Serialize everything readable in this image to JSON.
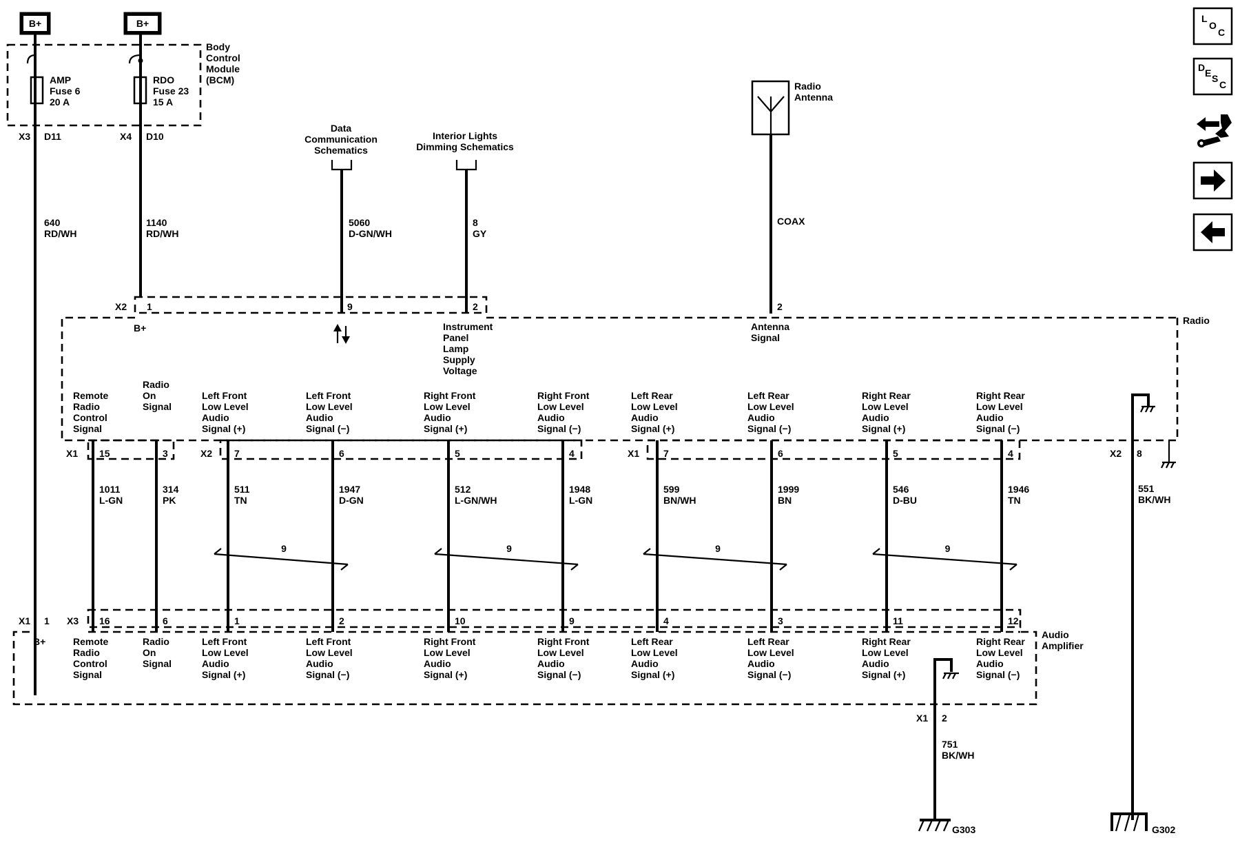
{
  "supply": {
    "badge_left": "B+",
    "badge_right": "B+"
  },
  "bcm": {
    "title_lines": [
      "Body",
      "Control",
      "Module",
      "(BCM)"
    ],
    "fuse_amp": [
      "AMP",
      "Fuse 6",
      "20 A"
    ],
    "fuse_rdo": [
      "RDO",
      "Fuse 23",
      "15 A"
    ],
    "conn_x3": "X3",
    "pin_d11": "D11",
    "conn_x4": "X4",
    "pin_d10": "D10"
  },
  "wires_top": {
    "w640": [
      "640",
      "RD/WH"
    ],
    "w1140": [
      "1140",
      "RD/WH"
    ],
    "w5060": [
      "5060",
      "D-GN/WH"
    ],
    "w8": [
      "8",
      "GY"
    ],
    "coax": "COAX"
  },
  "refs": {
    "data_comm": [
      "Data",
      "Communication",
      "Schematics"
    ],
    "interior_lights": [
      "Interior Lights",
      "Dimming Schematics"
    ]
  },
  "antenna": {
    "label": [
      "Radio",
      "Antenna"
    ]
  },
  "radio": {
    "title": "Radio",
    "x2_top": "X2",
    "pin_1": "1",
    "pin_9": "9",
    "pin_2_ip": "2",
    "pin_2_ant": "2",
    "bplus": "B+",
    "ip_lamp": [
      "Instrument",
      "Panel",
      "Lamp",
      "Supply",
      "Voltage"
    ],
    "antenna_signal": [
      "Antenna",
      "Signal"
    ],
    "x1_a": "X1",
    "x2_b": "X2",
    "x1_c": "X1",
    "x2_gnd": "X2",
    "pin_8": "8"
  },
  "signals": [
    {
      "radio_label": [
        "Remote",
        "Radio",
        "Control",
        "Signal"
      ],
      "radio_pin": "15",
      "wire_num": "1011",
      "wire_color": "L-GN",
      "amp_pin": "16",
      "amp_label": [
        "Remote",
        "Radio",
        "Control",
        "Signal"
      ]
    },
    {
      "radio_label": [
        "Radio",
        "On",
        "Signal"
      ],
      "radio_pin": "3",
      "wire_num": "314",
      "wire_color": "PK",
      "amp_pin": "6",
      "amp_label": [
        "Radio",
        "On",
        "Signal"
      ]
    },
    {
      "radio_label": [
        "Left Front",
        "Low Level",
        "Audio",
        "Signal (+)"
      ],
      "radio_pin": "7",
      "wire_num": "511",
      "wire_color": "TN",
      "amp_pin": "1",
      "amp_label": [
        "Left Front",
        "Low Level",
        "Audio",
        "Signal (+)"
      ]
    },
    {
      "radio_label": [
        "Left Front",
        "Low Level",
        "Audio",
        "Signal (−)"
      ],
      "radio_pin": "6",
      "wire_num": "1947",
      "wire_color": "D-GN",
      "amp_pin": "2",
      "amp_label": [
        "Left Front",
        "Low Level",
        "Audio",
        "Signal (−)"
      ]
    },
    {
      "radio_label": [
        "Right Front",
        "Low Level",
        "Audio",
        "Signal (+)"
      ],
      "radio_pin": "5",
      "wire_num": "512",
      "wire_color": "L-GN/WH",
      "amp_pin": "10",
      "amp_label": [
        "Right Front",
        "Low Level",
        "Audio",
        "Signal (+)"
      ]
    },
    {
      "radio_label": [
        "Right Front",
        "Low Level",
        "Audio",
        "Signal (−)"
      ],
      "radio_pin": "4",
      "wire_num": "1948",
      "wire_color": "L-GN",
      "amp_pin": "9",
      "amp_label": [
        "Right Front",
        "Low Level",
        "Audio",
        "Signal (−)"
      ]
    },
    {
      "radio_label": [
        "Left Rear",
        "Low Level",
        "Audio",
        "Signal (+)"
      ],
      "radio_pin": "7",
      "wire_num": "599",
      "wire_color": "BN/WH",
      "amp_pin": "4",
      "amp_label": [
        "Left Rear",
        "Low Level",
        "Audio",
        "Signal (+)"
      ]
    },
    {
      "radio_label": [
        "Left Rear",
        "Low Level",
        "Audio",
        "Signal (−)"
      ],
      "radio_pin": "6",
      "wire_num": "1999",
      "wire_color": "BN",
      "amp_pin": "3",
      "amp_label": [
        "Left Rear",
        "Low Level",
        "Audio",
        "Signal (−)"
      ]
    },
    {
      "radio_label": [
        "Right Rear",
        "Low Level",
        "Audio",
        "Signal (+)"
      ],
      "radio_pin": "5",
      "wire_num": "546",
      "wire_color": "D-BU",
      "amp_pin": "11",
      "amp_label": [
        "Right Rear",
        "Low Level",
        "Audio",
        "Signal (+)"
      ]
    },
    {
      "radio_label": [
        "Right Rear",
        "Low Level",
        "Audio",
        "Signal (−)"
      ],
      "radio_pin": "4",
      "wire_num": "1946",
      "wire_color": "TN",
      "amp_pin": "12",
      "amp_label": [
        "Right Rear",
        "Low Level",
        "Audio",
        "Signal (−)"
      ]
    }
  ],
  "twist_count": "9",
  "amplifier": {
    "title": [
      "Audio",
      "Amplifier"
    ],
    "x1": "X1",
    "pin_1": "1",
    "bplus": "B+",
    "x3": "X3",
    "gnd_conn": "X1",
    "gnd_pin": "2"
  },
  "grounds": {
    "w751": [
      "751",
      "BK/WH"
    ],
    "g303": "G303",
    "w551": [
      "551",
      "BK/WH"
    ],
    "g302": "G302"
  },
  "sidebar": [
    {
      "name": "loc-button",
      "icon": "loc-icon",
      "letters": [
        "L",
        "O",
        "C"
      ]
    },
    {
      "name": "desc-button",
      "icon": "desc-icon",
      "letters": [
        "D",
        "E",
        "S",
        "C"
      ]
    },
    {
      "name": "connector-view-button",
      "icon": "connector-wrench-icon"
    },
    {
      "name": "next-page-button",
      "icon": "arrow-right-icon"
    },
    {
      "name": "previous-page-button",
      "icon": "arrow-left-icon"
    }
  ]
}
